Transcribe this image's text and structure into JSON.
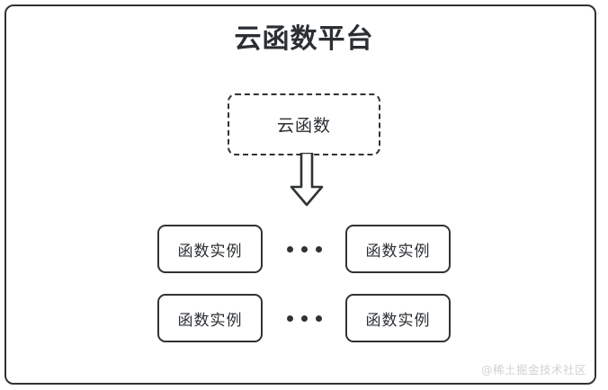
{
  "diagram": {
    "title": "云函数平台",
    "cloud_function": {
      "label": "云函数"
    },
    "arrow": {
      "icon": "down-block-arrow-icon",
      "direction": "down"
    },
    "instance_rows": [
      {
        "left": {
          "label": "函数实例"
        },
        "separator": "...",
        "right": {
          "label": "函数实例"
        }
      },
      {
        "left": {
          "label": "函数实例"
        },
        "separator": "...",
        "right": {
          "label": "函数实例"
        }
      }
    ],
    "watermark": "@稀土掘金技术社区",
    "colors": {
      "stroke": "#2f3336",
      "text": "#2b2f33",
      "background": "#ffffff",
      "watermark": "#d2d2d2"
    }
  }
}
